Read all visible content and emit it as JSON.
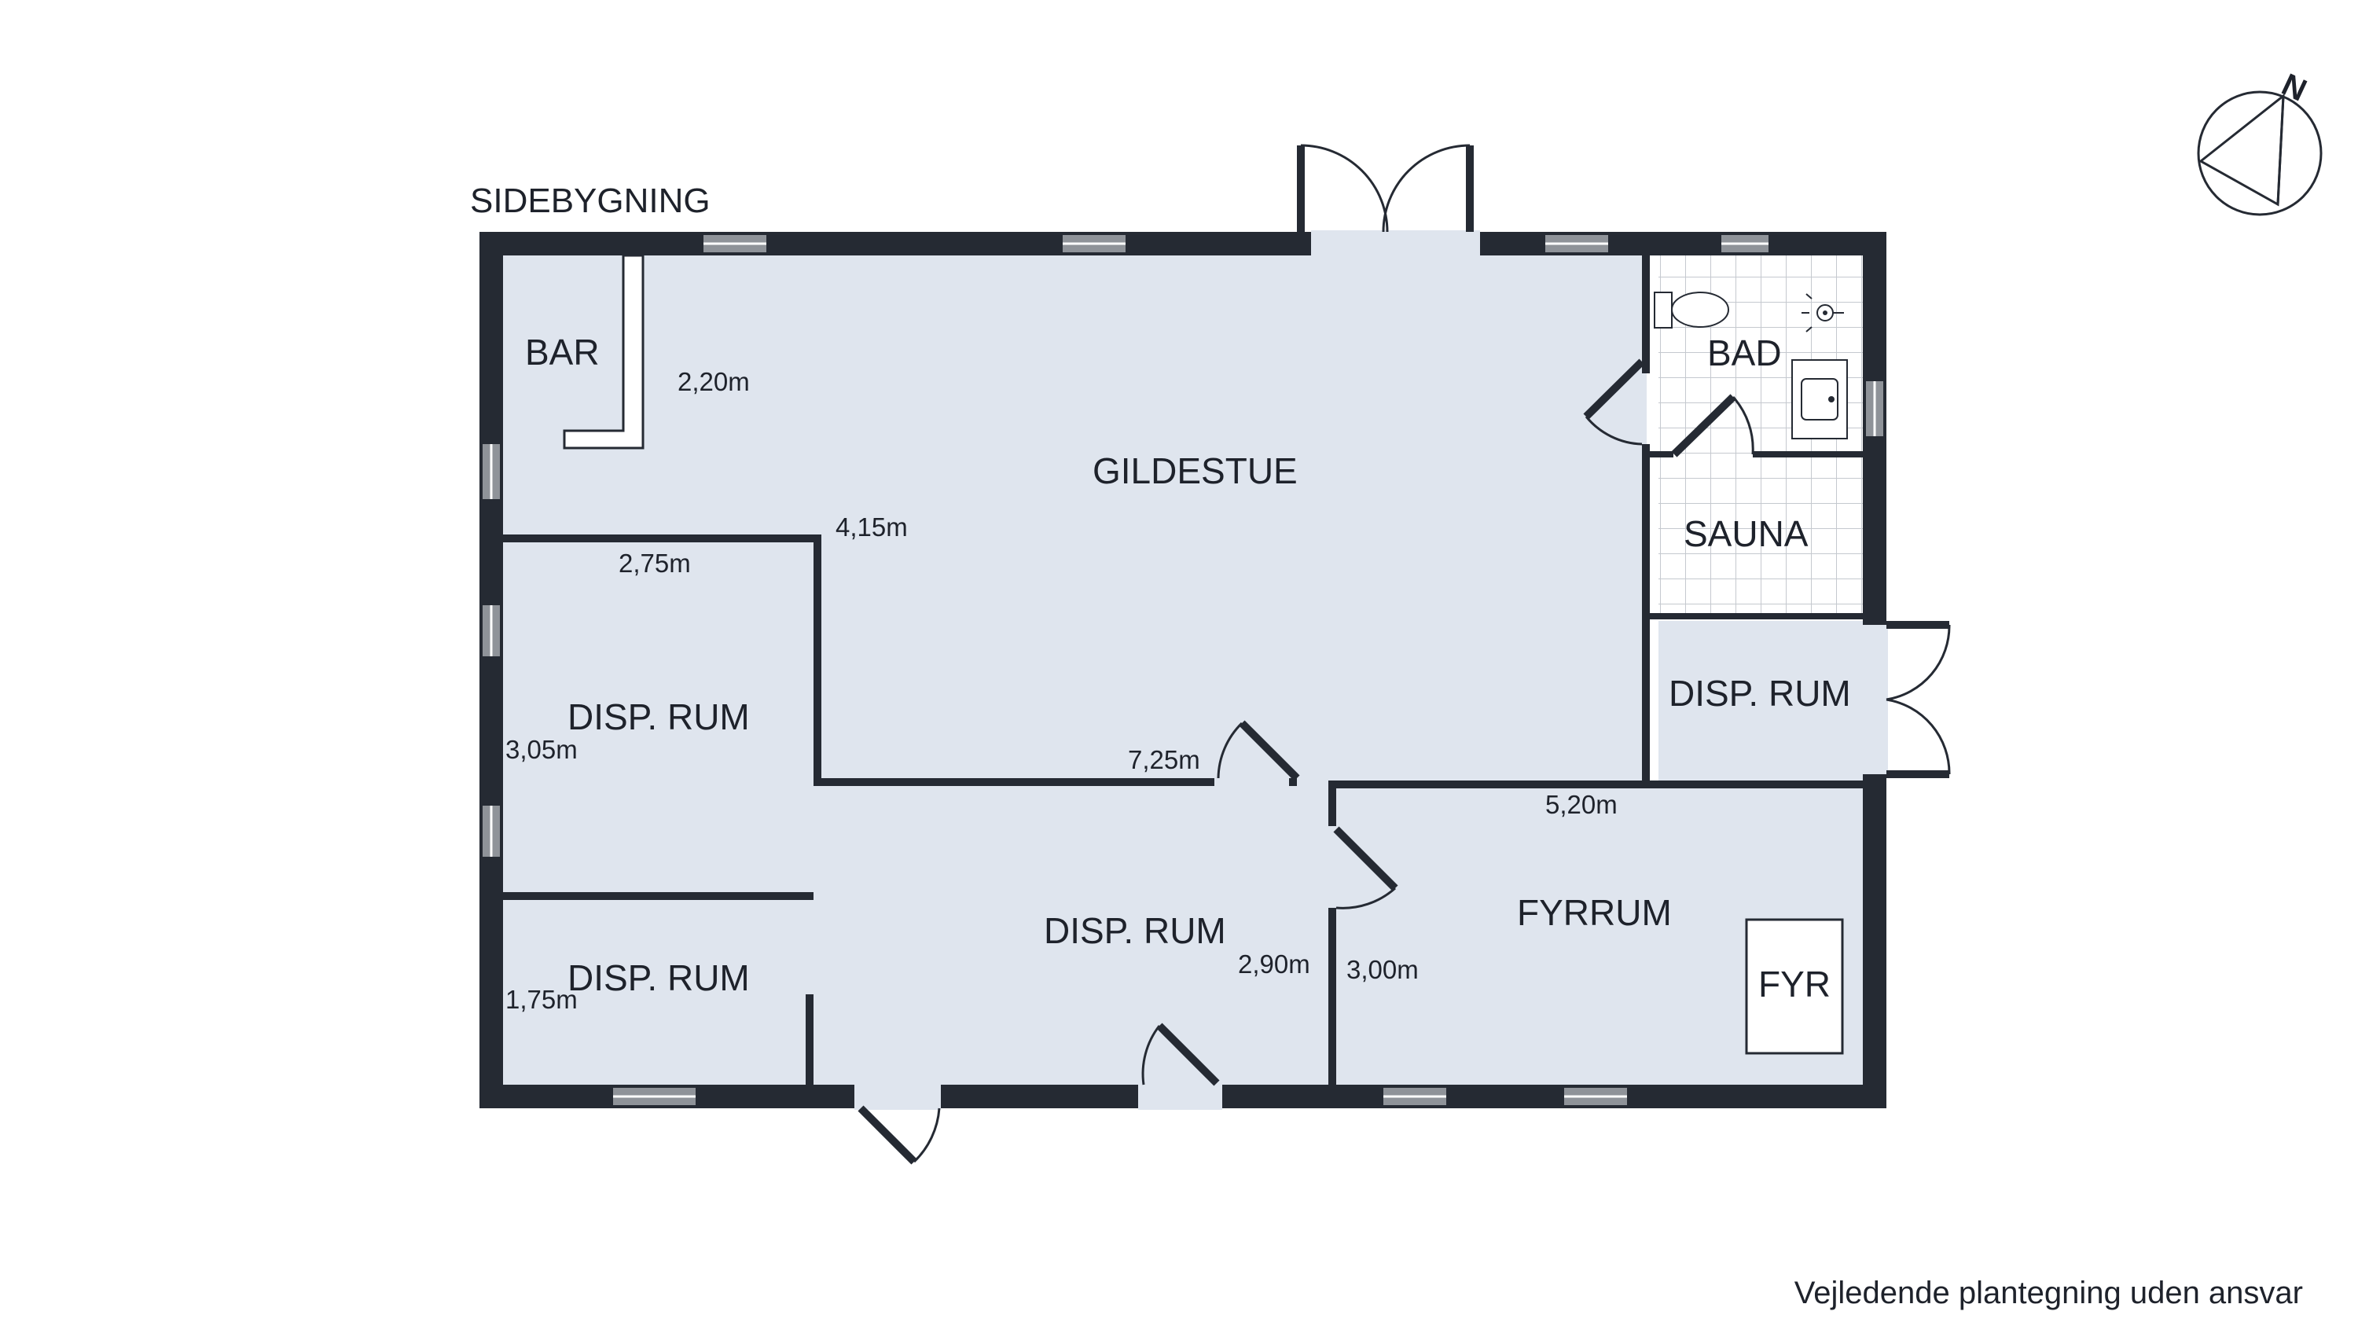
{
  "building_title": "SIDEBYGNING",
  "rooms": {
    "bar": "BAR",
    "gildestue": "GILDESTUE",
    "bad": "BAD",
    "sauna": "SAUNA",
    "disp_rum_east": "DISP. RUM",
    "disp_rum_west_upper": "DISP. RUM",
    "disp_rum_west_lower": "DISP. RUM",
    "disp_rum_center": "DISP. RUM",
    "fyrrum": "FYRRUM",
    "fyr": "FYR"
  },
  "dimensions": {
    "bar_width": "2,20m",
    "gildestue_depth": "4,15m",
    "disp_upper_width": "2,75m",
    "disp_upper_depth": "3,05m",
    "gildestue_width": "7,25m",
    "fyrrum_width": "5,20m",
    "disp_center_depth": "2,90m",
    "fyrrum_depth": "3,00m",
    "disp_lower_depth": "1,75m"
  },
  "compass": {
    "label": "N",
    "icon": "compass-icon"
  },
  "disclaimer": "Vejledende plantegning uden ansvar",
  "colors": {
    "floor": "#dfe5ee",
    "wall": "#252a33",
    "window": "#8f9399"
  }
}
